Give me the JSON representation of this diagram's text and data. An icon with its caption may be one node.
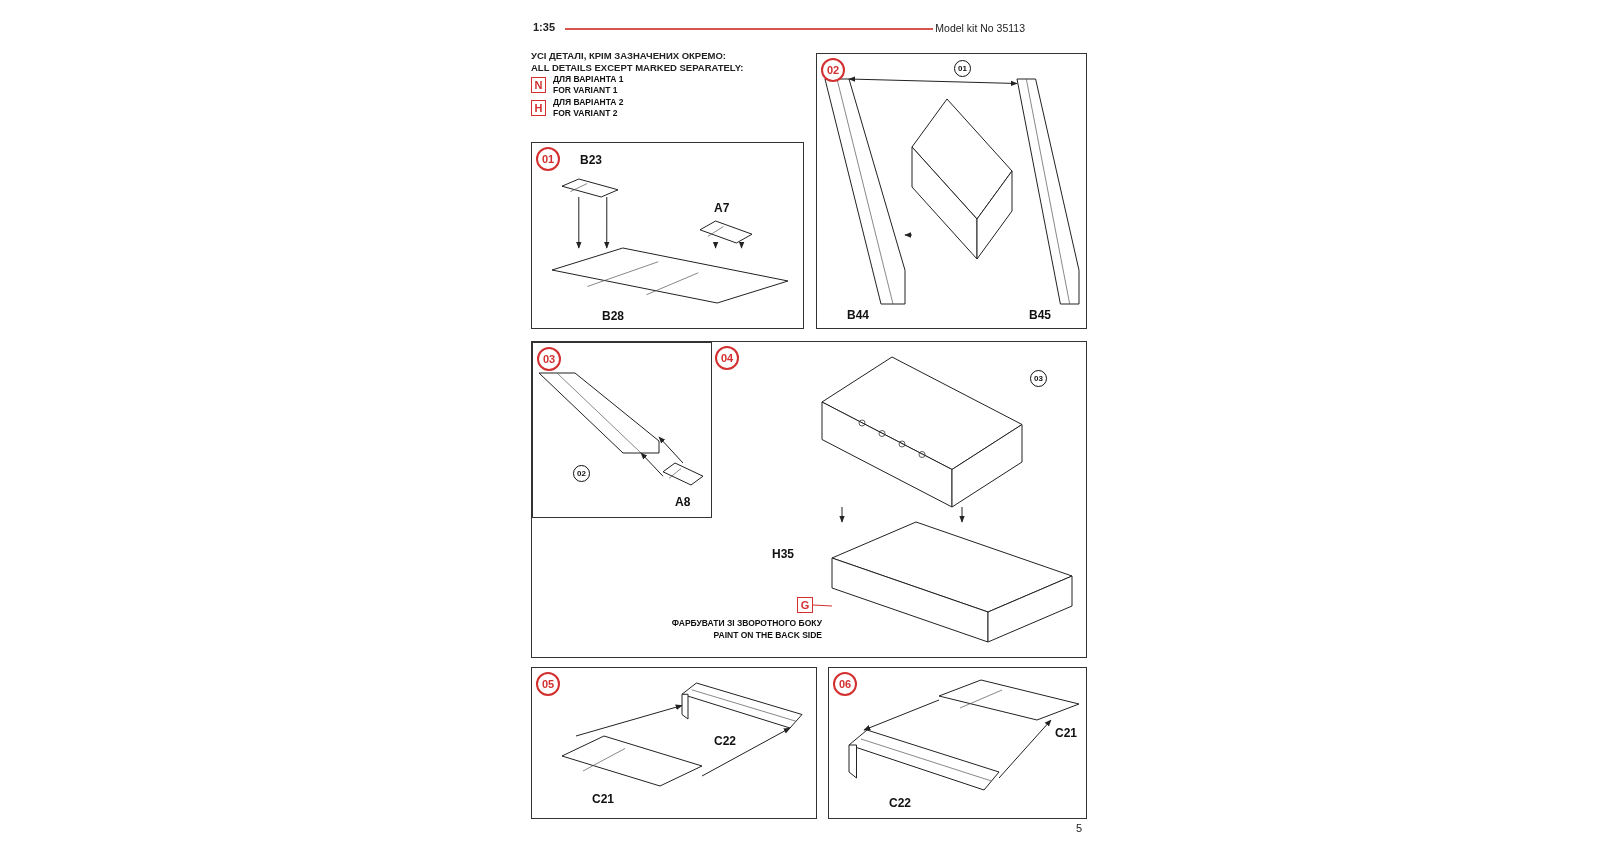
{
  "diagram": {
    "nodes": [
      {
        "text": [
          "N"
        ],
        "beside": [
          "ДЛЯ ВАРІАНТА 1",
          "FOR VARIANT 1"
        ]
      },
      {
        "text": [
          "H"
        ],
        "beside": [
          "ДЛЯ ВАРІАНТА 2",
          "FOR VARIANT 2"
        ]
      },
      {
        "text": [
          "01"
        ]
      },
      {
        "text": [],
        "shape": "picture",
        "in": 2,
        "beside": [
          "B23"
        ]
      },
      {
        "text": [],
        "shape": "picture",
        "in": 2,
        "beside": [
          "A7"
        ]
      },
      {
        "text": [],
        "shape": "picture",
        "in": 2,
        "beside": [
          "B28"
        ]
      },
      {
        "text": [
          "02"
        ]
      },
      {
        "text": [],
        "shape": "picture",
        "in": 6,
        "beside": [
          "01"
        ]
      },
      {
        "text": [],
        "shape": "picture",
        "in": 6,
        "beside": [
          "B44"
        ]
      },
      {
        "text": [],
        "shape": "picture",
        "in": 6,
        "beside": [
          "B45"
        ]
      },
      {
        "text": [
          "04"
        ]
      },
      {
        "text": [
          "03"
        ],
        "in": 10
      },
      {
        "text": [],
        "shape": "picture",
        "in": 11,
        "beside": [
          "02"
        ]
      },
      {
        "text": [],
        "shape": "picture",
        "in": 11,
        "beside": [
          "A8"
        ]
      },
      {
        "text": [],
        "shape": "picture",
        "in": 10,
        "beside": [
          "03"
        ]
      },
      {
        "text": [],
        "shape": "picture",
        "in": 10,
        "beside": [
          "H35"
        ]
      },
      {
        "text": [
          "G"
        ],
        "in": 10,
        "beside": [
          "ФАРБУВАТИ ЗІ ЗВОРОТНОГО БОКУ",
          "PAINT ON THE BACK SIDE"
        ]
      },
      {
        "text": [
          "05"
        ]
      },
      {
        "text": [],
        "shape": "picture",
        "in": 17,
        "beside": [
          "C21"
        ]
      },
      {
        "text": [],
        "shape": "picture",
        "in": 17,
        "beside": [
          "C22"
        ]
      },
      {
        "text": [
          "06"
        ]
      },
      {
        "text": [],
        "shape": "picture",
        "in": 20,
        "beside": [
          "C22"
        ]
      },
      {
        "text": [],
        "shape": "picture",
        "in": 20,
        "beside": [
          "C21"
        ]
      }
    ],
    "edges": [
      {
        "from": 3,
        "to": 5,
        "arrow": "to"
      },
      {
        "from": 3,
        "to": 5,
        "arrow": "to"
      },
      {
        "from": 4,
        "to": 5,
        "arrow": "to"
      },
      {
        "from": 4,
        "to": 5,
        "arrow": "to"
      },
      {
        "from": 9,
        "to": 8,
        "arrow": "both"
      },
      {
        "from": 7,
        "to": 8,
        "arrow": "to"
      },
      {
        "from": 13,
        "to": 12,
        "arrow": "to"
      },
      {
        "from": 13,
        "to": 12,
        "arrow": "to"
      },
      {
        "from": 14,
        "to": 15,
        "arrow": "to"
      },
      {
        "from": 14,
        "to": 15,
        "arrow": "to"
      },
      {
        "from": 16,
        "to": 15,
        "arrow": "none",
        "color": "#d32f2f"
      },
      {
        "from": 18,
        "to": 19,
        "arrow": "to"
      },
      {
        "from": 18,
        "to": 19,
        "arrow": "to"
      },
      {
        "from": 22,
        "to": 21,
        "arrow": "to"
      },
      {
        "from": 21,
        "to": 22,
        "arrow": "to"
      }
    ],
    "labels": [
      "1:35",
      "Model kit No 35113",
      "УСІ ДЕТАЛІ, КРІМ ЗАЗНАЧЕНИХ ОКРЕМО:",
      "ALL DETAILS EXCEPT MARKED SEPARATELY:",
      "5"
    ]
  }
}
